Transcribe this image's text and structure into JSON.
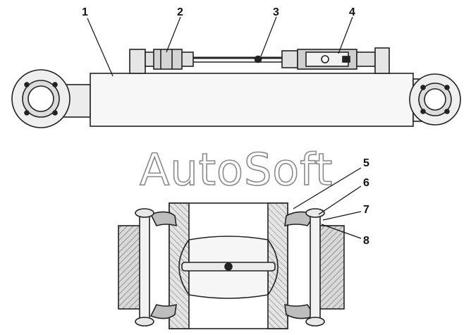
{
  "watermark": "AutoSoft",
  "callouts": [
    "1",
    "2",
    "3",
    "4",
    "5",
    "6",
    "7",
    "8"
  ]
}
